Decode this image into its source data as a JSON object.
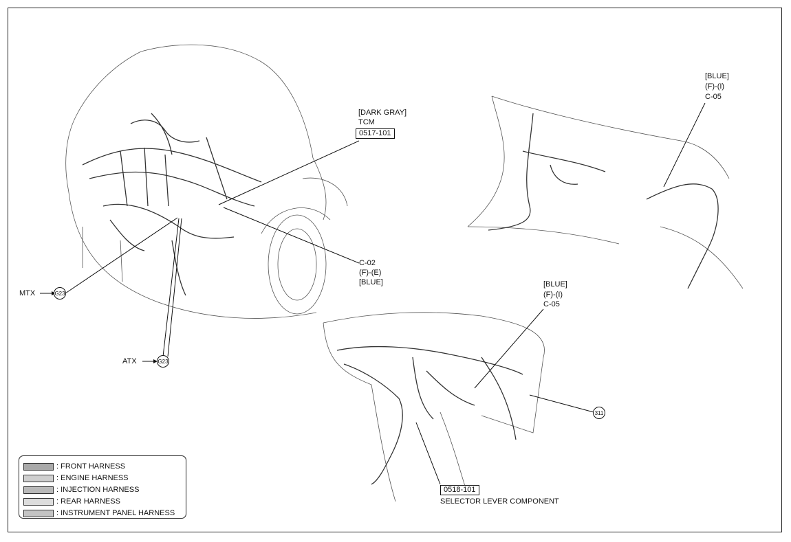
{
  "callouts": {
    "tcm_color": "[DARK GRAY]",
    "tcm_name": "TCM",
    "tcm_code": "0517-101",
    "c02_name": "C-02",
    "c02_fe": "(F)-(E)",
    "c02_color": "[BLUE]",
    "c05_top_color": "[BLUE]",
    "c05_top_fi": "(F)-(I)",
    "c05_top_name": "C-05",
    "c05_mid_color": "[BLUE]",
    "c05_mid_fi": "(F)-(I)",
    "c05_mid_name": "C-05",
    "selector_code": "0518-101",
    "selector_name": "SELECTOR LEVER COMPONENT",
    "mtx_label": "MTX",
    "atx_label": "ATX",
    "g23_mtx": "G23",
    "g23_atx": "G23",
    "g311": "311"
  },
  "legend": {
    "items": [
      {
        "label": ": FRONT HARNESS",
        "color": "#a9a9a9"
      },
      {
        "label": ": ENGINE HARNESS",
        "color": "#cfcfcf"
      },
      {
        "label": ": INJECTION HARNESS",
        "color": "#b9b9b9"
      },
      {
        "label": ": REAR HARNESS",
        "color": "#dddddd"
      },
      {
        "label": ": INSTRUMENT PANEL HARNESS",
        "color": "#c4c4c4"
      }
    ]
  }
}
